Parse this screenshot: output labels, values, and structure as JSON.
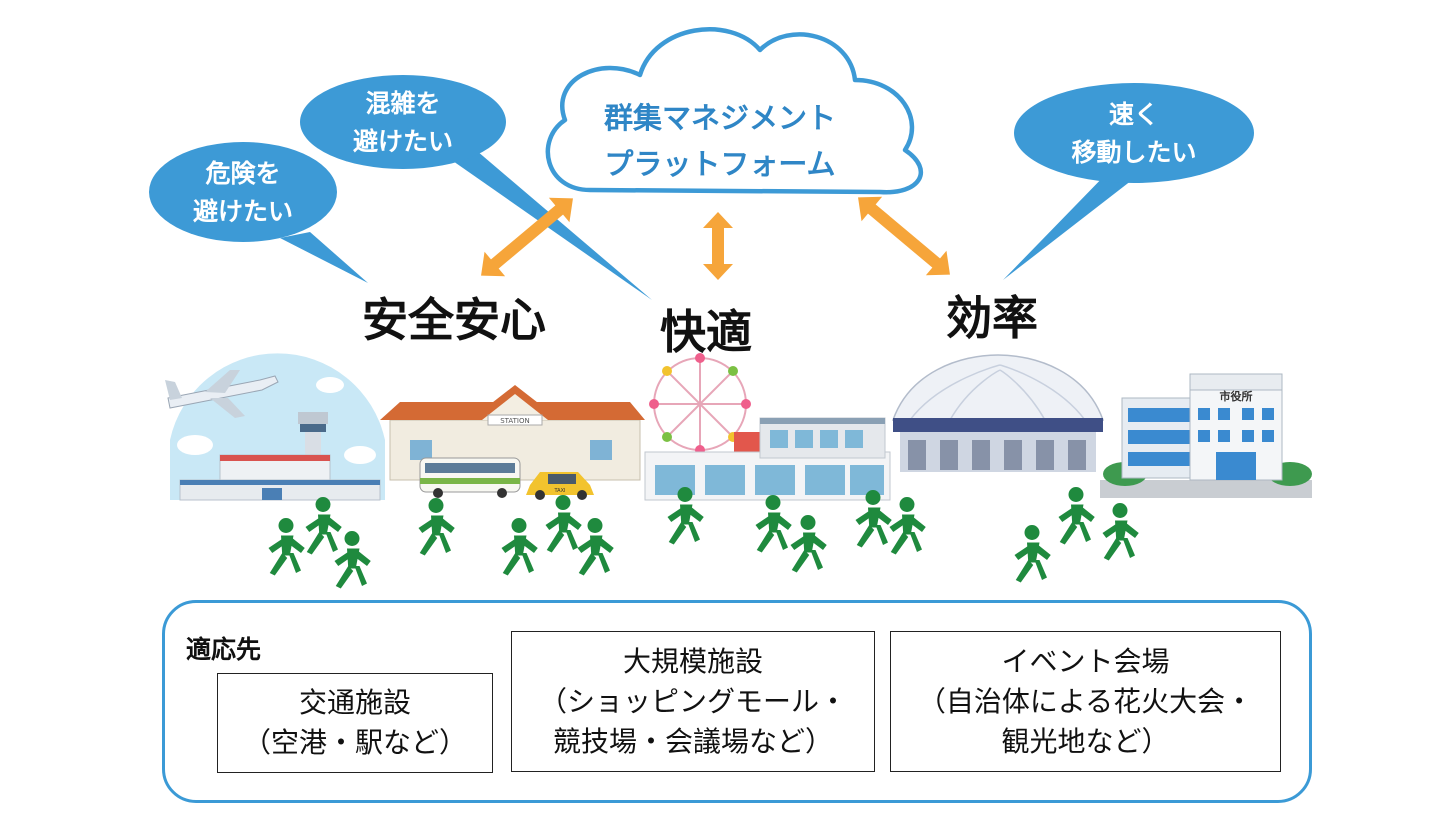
{
  "cloud": {
    "line1": "群集マネジメント",
    "line2": "プラットフォーム"
  },
  "bubbles": {
    "danger": {
      "line1": "危険を",
      "line2": "避けたい"
    },
    "congestion": {
      "line1": "混雑を",
      "line2": "避けたい"
    },
    "fast": {
      "line1": "速く",
      "line2": "移動したい"
    }
  },
  "categories": {
    "safety": "安全安心",
    "comfort": "快適",
    "efficiency": "効率"
  },
  "buildings": {
    "station_sign": "STATION",
    "taxi_sign": "TAXI",
    "city_hall_sign": "市役所"
  },
  "applications": {
    "title": "適応先",
    "items": [
      {
        "line1": "交通施設",
        "line2": "（空港・駅など）",
        "line3": ""
      },
      {
        "line1": "大規模施設",
        "line2": "（ショッピングモール・",
        "line3": "競技場・会議場など）"
      },
      {
        "line1": "イベント会場",
        "line2": "（自治体による花火大会・",
        "line3": "観光地など）"
      }
    ]
  },
  "colors": {
    "bubble": "#3d9ad6",
    "arrow": "#f6a53a",
    "cloud_text": "#2f86c6",
    "person": "#1f8a3e",
    "panel_border": "#3b9ad6"
  }
}
